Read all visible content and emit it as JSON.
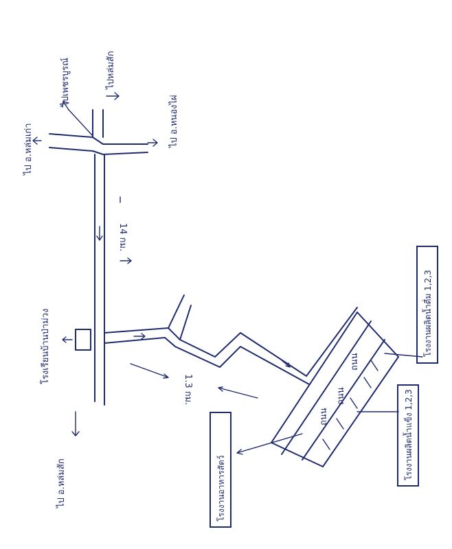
{
  "labels": {
    "top_right_1": "ไปเพชรบูรณ์",
    "top_right_2": "ไปหล่มสัก",
    "top_right_3": "ไป อ.หนองไผ่",
    "top_left": "ไป อ.หล่มเก่า",
    "bottom_left": "ไป อ.หล่มสัก",
    "left_school": "โรงเรียนบ้านป่าม่วง",
    "dist_14": "14 กม.",
    "dist_13": "1.3 กม.",
    "road_a": "ถนน",
    "road_b": "ถนน",
    "road_c": "ถนน",
    "box_right": "โรงงานผลิตน้ำดื่ม 1,2,3",
    "box_mid": "โรงงานผลิตน้ำแข็ง 1,2,3",
    "box_left": "โรงงานอาหารสัตว์"
  },
  "colors": {
    "ink": "#1f2a6e",
    "paper": "#ffffff"
  }
}
